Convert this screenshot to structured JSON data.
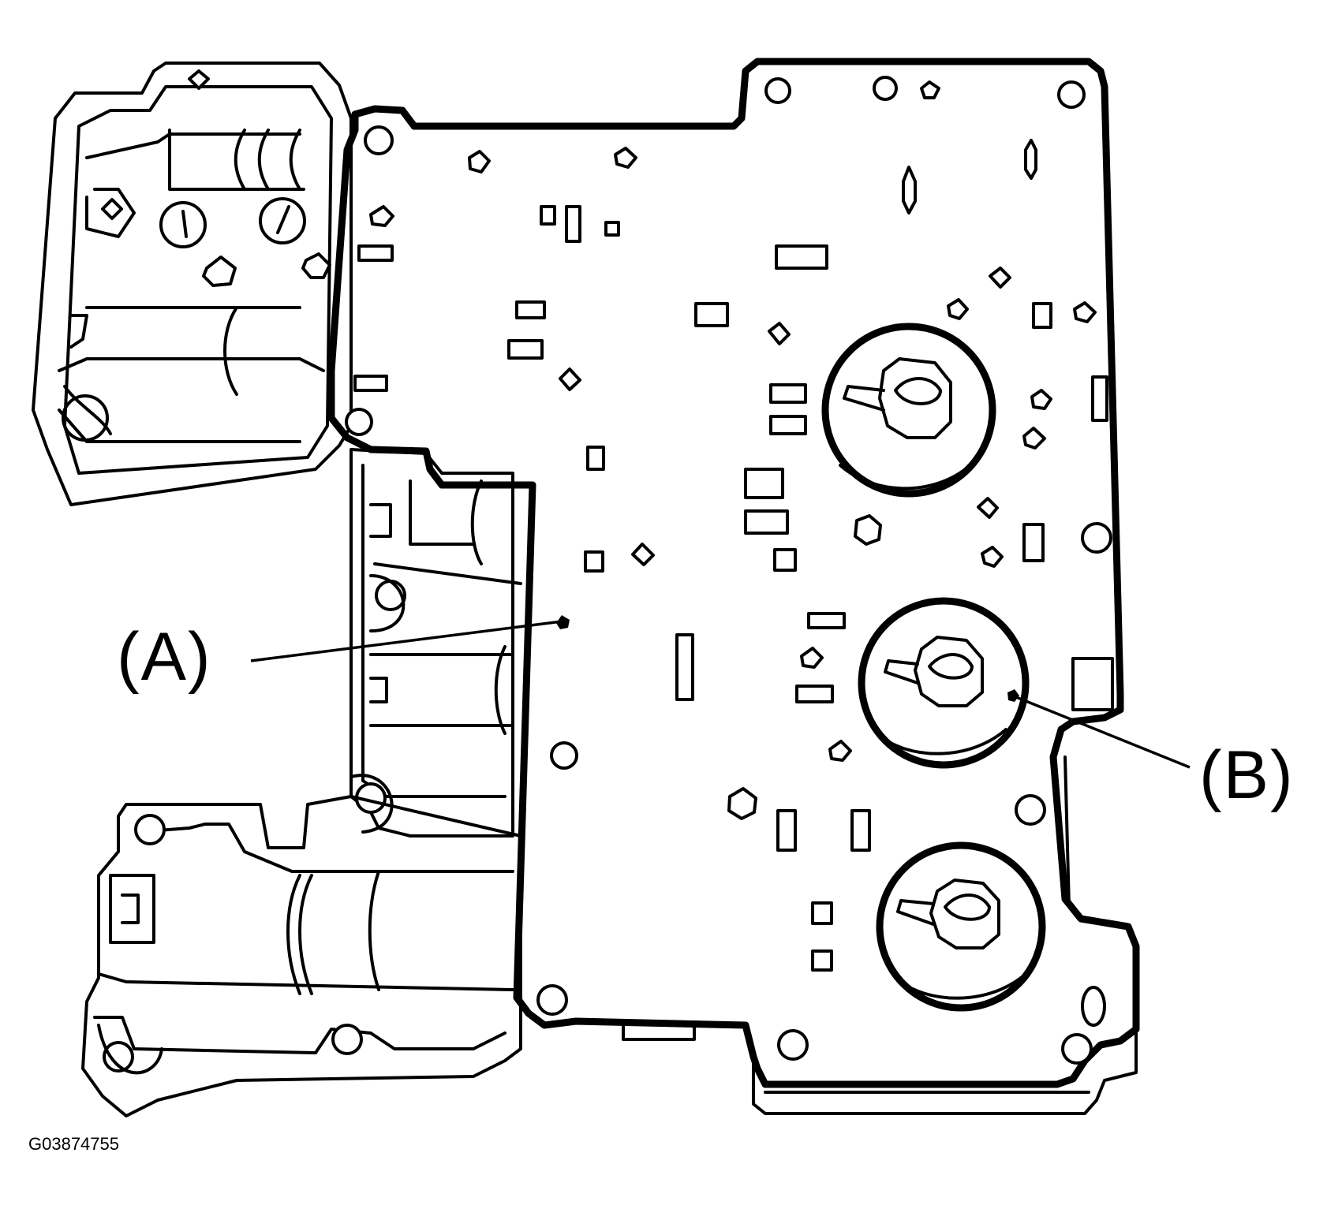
{
  "callouts": {
    "a": "(A)",
    "b": "(B)"
  },
  "figure_id": "G03874755"
}
